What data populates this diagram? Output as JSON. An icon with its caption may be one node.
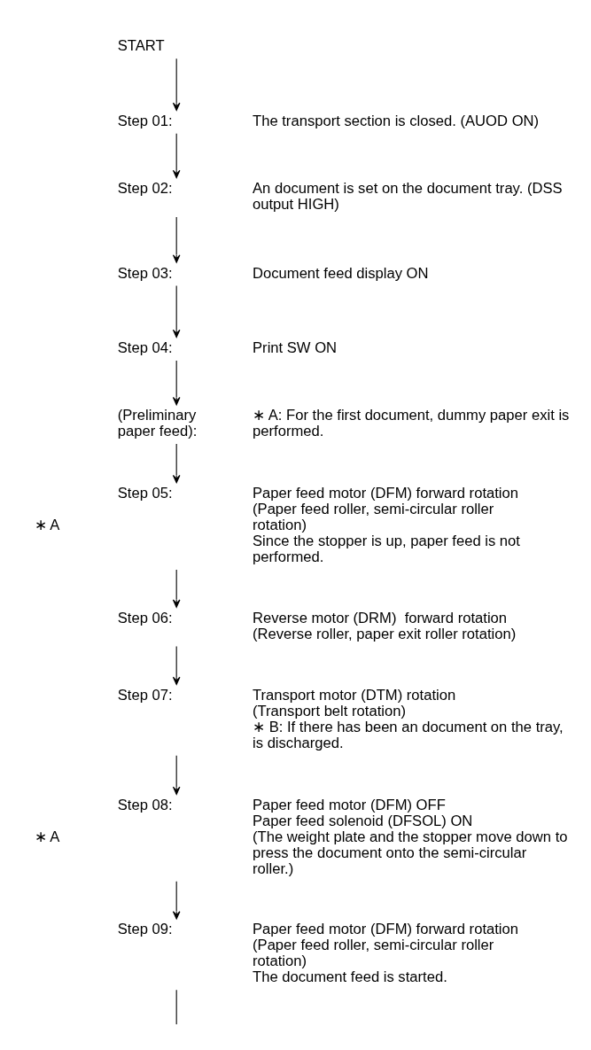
{
  "diagram": {
    "nodes": [
      {
        "text": [
          "START"
        ]
      },
      {
        "text": [
          "Step 01:"
        ],
        "beside": [
          "The transport section is closed. (AUOD ON)"
        ]
      },
      {
        "text": [
          "Step 02:"
        ],
        "beside": [
          "An document is set on the document tray. (DSS output HIGH)"
        ]
      },
      {
        "text": [
          "Step 03:"
        ],
        "beside": [
          "Document feed display ON"
        ]
      },
      {
        "text": [
          "Step 04:"
        ],
        "beside": [
          "Print SW ON"
        ]
      },
      {
        "text": [
          "(Preliminary paper feed):"
        ],
        "beside": [
          "∗ A: For the first document, dummy paper exit is performed."
        ]
      },
      {
        "text": [
          "Step 05:"
        ],
        "beside": [
          "Paper feed motor (DFM) forward rotation",
          "(Paper feed roller, semi-circular roller rotation)",
          "Since the stopper is up, paper feed is not performed."
        ]
      },
      {
        "text": [
          "Step 06:"
        ],
        "beside": [
          "Reverse motor (DRM)  forward rotation",
          "(Reverse roller, paper exit roller rotation)"
        ]
      },
      {
        "text": [
          "Step 07:"
        ],
        "beside": [
          "Transport motor (DTM) rotation",
          "(Transport belt rotation)",
          "∗ B: If there has been an document on the tray, is discharged."
        ]
      },
      {
        "text": [
          "Step 08:"
        ],
        "beside": [
          "Paper feed motor (DFM) OFF",
          "Paper feed solenoid (DFSOL) ON",
          "(The weight plate and the stopper move down to press the document onto the semi-circular roller.)"
        ]
      },
      {
        "text": [
          "Step 09:"
        ],
        "beside": [
          "Paper feed motor (DFM) forward rotation",
          "(Paper feed roller, semi-circular roller rotation)",
          "The document feed is started."
        ]
      }
    ],
    "edges": [
      {
        "from": 0,
        "to": 1,
        "arrow": "to"
      },
      {
        "from": 1,
        "to": 2,
        "arrow": "to"
      },
      {
        "from": 2,
        "to": 3,
        "arrow": "to"
      },
      {
        "from": 3,
        "to": 4,
        "arrow": "to"
      },
      {
        "from": 4,
        "to": 5,
        "arrow": "to"
      },
      {
        "from": 5,
        "to": 6,
        "arrow": "to"
      },
      {
        "from": 6,
        "to": 7,
        "arrow": "to"
      },
      {
        "from": 7,
        "to": 8,
        "arrow": "to"
      },
      {
        "from": 8,
        "to": 9,
        "arrow": "to"
      },
      {
        "from": 9,
        "to": 10,
        "arrow": "to"
      },
      {
        "from": 10,
        "to": null,
        "arrow": "none"
      }
    ],
    "labels": [
      "∗ A",
      "∗ A"
    ]
  }
}
